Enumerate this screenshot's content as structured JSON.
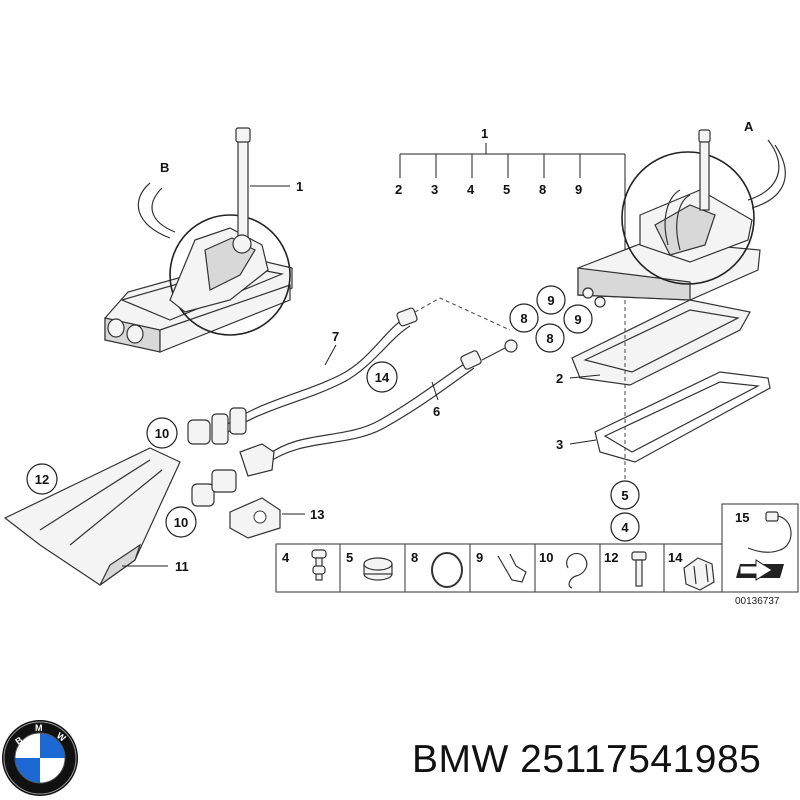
{
  "diagram": {
    "drawing_number": "00136737",
    "callouts": {
      "top_group_parent": "1",
      "top_group_children": [
        "2",
        "3",
        "4",
        "5",
        "8",
        "9"
      ],
      "detail_a": "A",
      "detail_b": "B",
      "detail_b_part": "1",
      "cable_7": "7",
      "cable_6": "6",
      "circle_14": "14",
      "circle_10_upper": "10",
      "circle_10_lower": "10",
      "circle_12": "12",
      "part_11": "11",
      "part_13": "13",
      "circle_9_upper": "9",
      "circle_9_right": "9",
      "circle_8_upper": "8",
      "circle_8_lower": "8",
      "part_2": "2",
      "part_3": "3",
      "circle_5": "5",
      "circle_4": "4"
    },
    "parts_table": [
      "4",
      "5",
      "8",
      "9",
      "10",
      "12",
      "14"
    ],
    "legend_box": "15"
  },
  "footer": {
    "brand": "BMW",
    "part_number": "25117541985",
    "colors": {
      "logo_blue": "#1c69d4",
      "logo_ring": "#111111",
      "logo_white": "#ffffff"
    }
  }
}
